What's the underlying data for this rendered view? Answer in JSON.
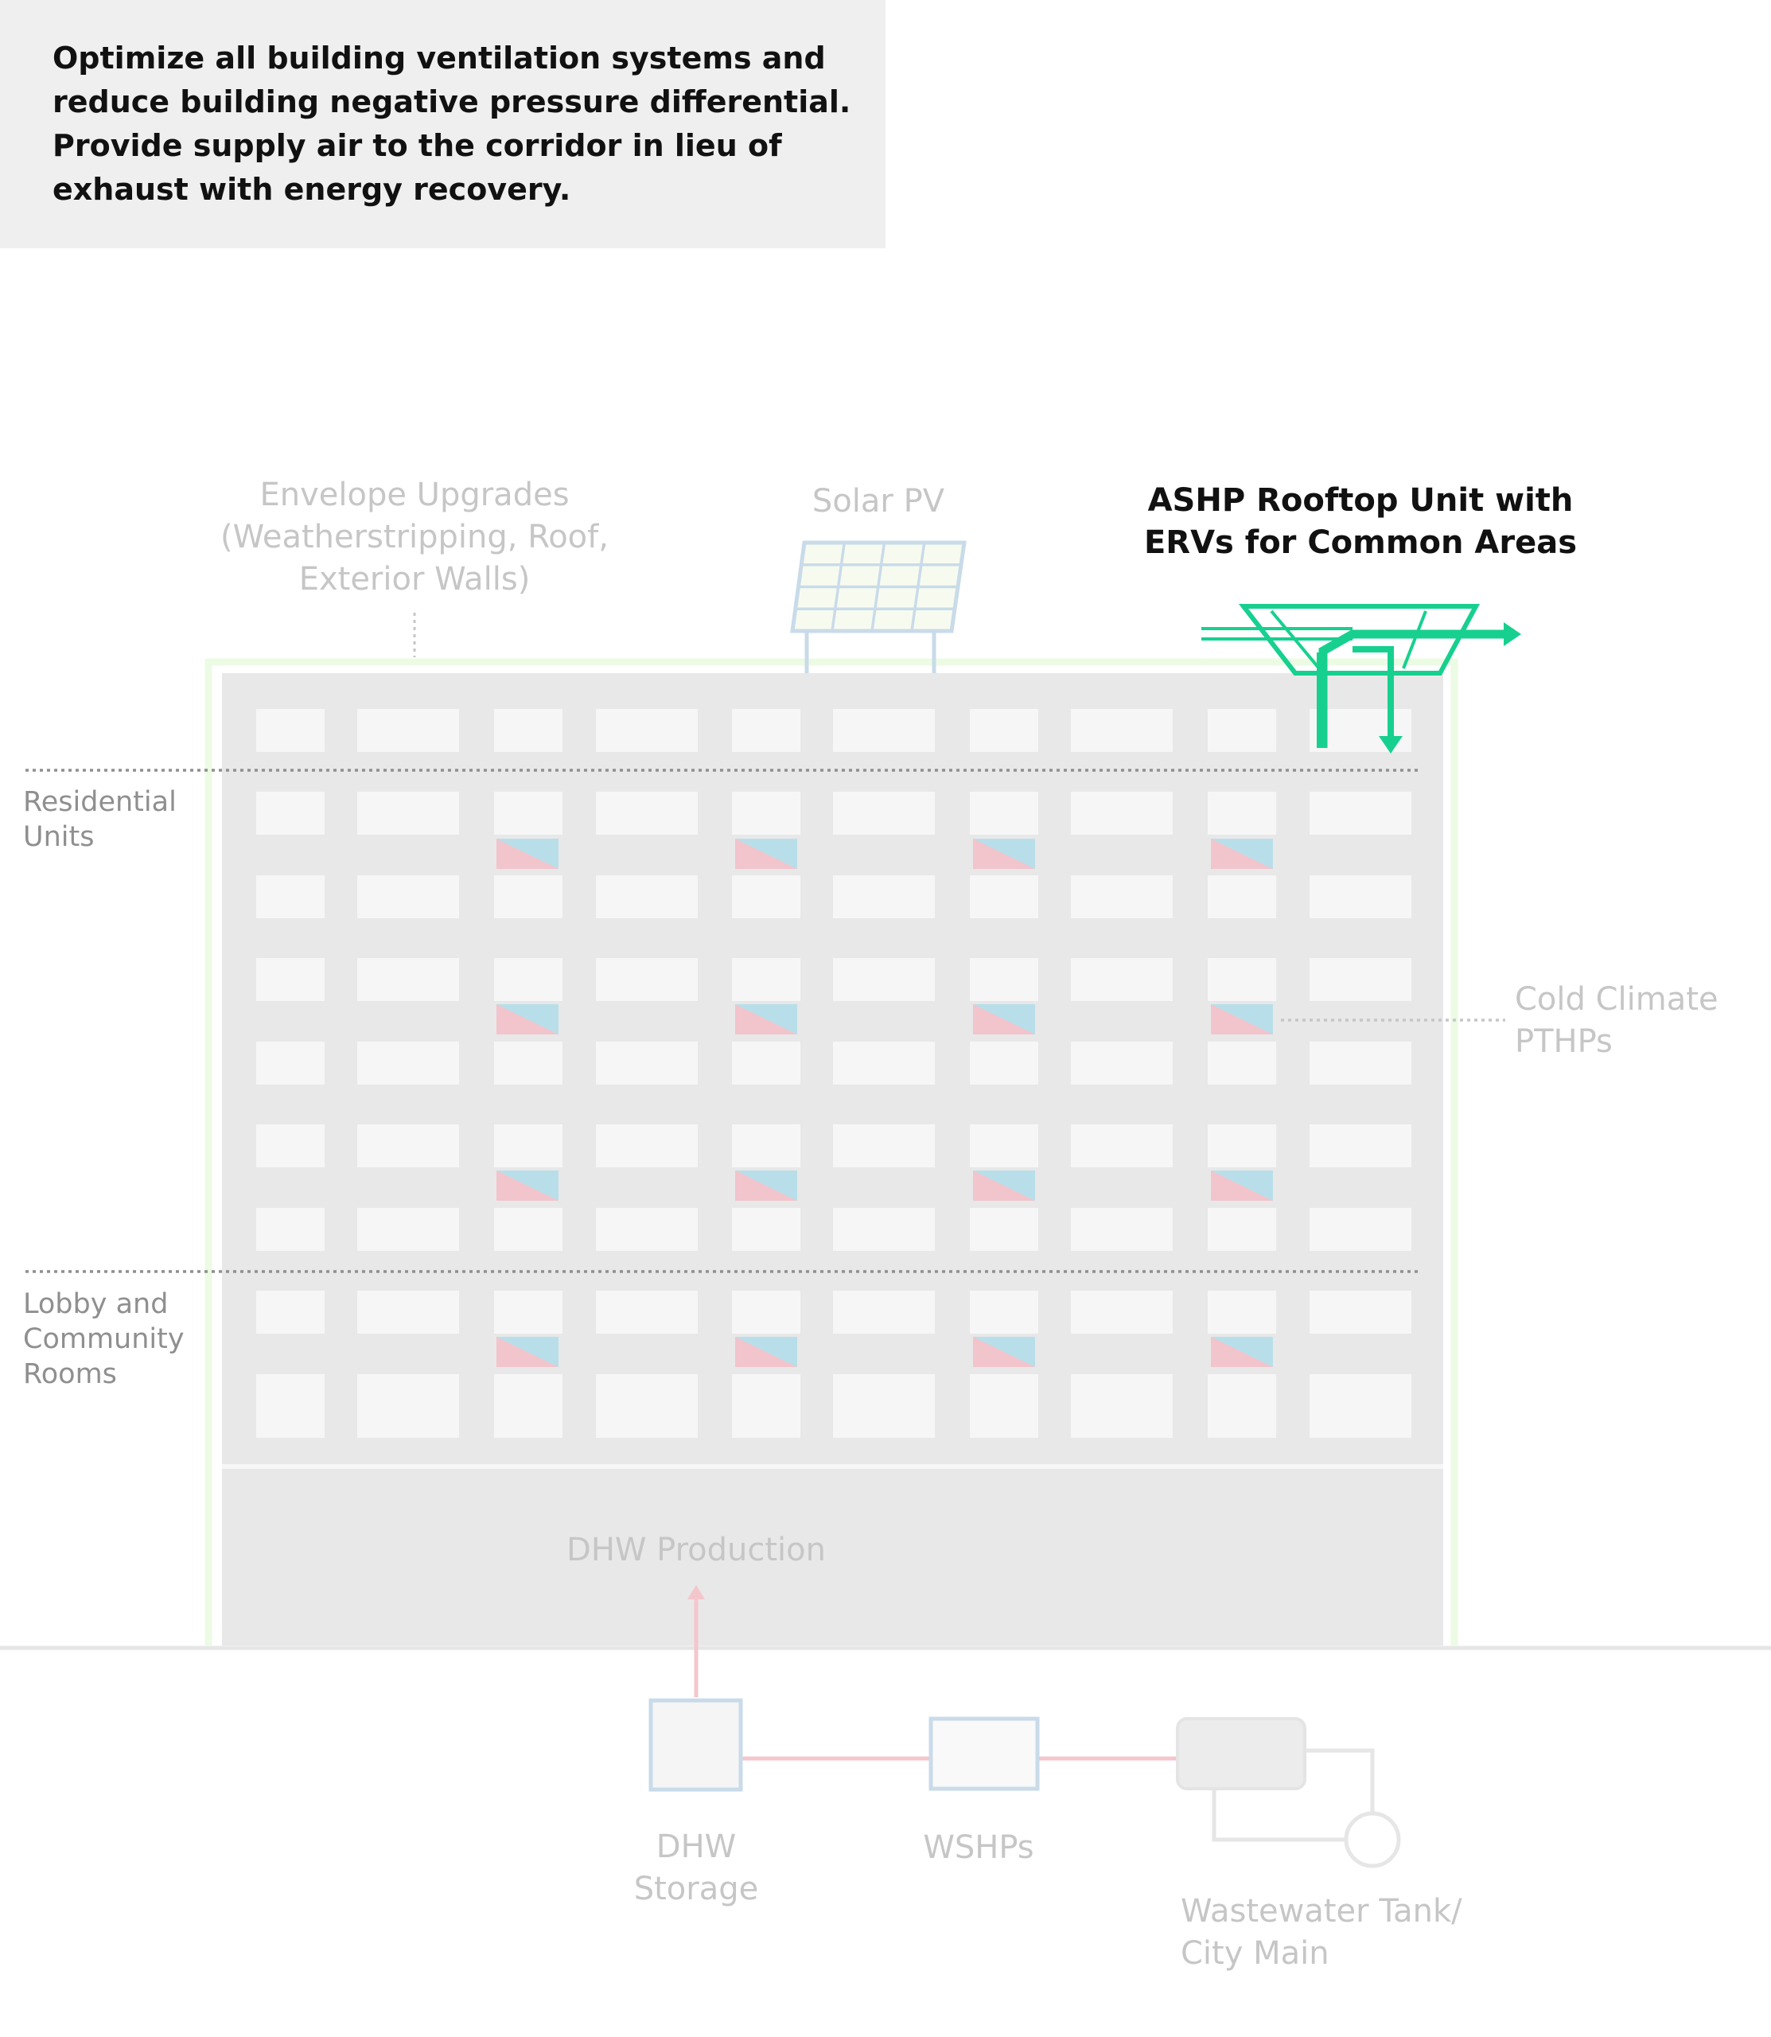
{
  "callout": {
    "lines": [
      "Optimize all building ventilation systems and",
      "reduce building negative pressure differential.",
      "Provide supply air to the corridor in lieu of",
      "exhaust with energy recovery."
    ]
  },
  "labels": {
    "envelope": [
      "Envelope Upgrades",
      "(Weatherstripping, Roof,",
      "Exterior Walls)"
    ],
    "solar": [
      "Solar PV"
    ],
    "ashp": [
      "ASHP Rooftop Unit with",
      "ERVs for Common Areas"
    ],
    "residential": [
      "Residential",
      "Units"
    ],
    "lobby": [
      "Lobby and",
      "Community",
      "Rooms"
    ],
    "pthp": [
      "Cold Climate",
      "PTHPs"
    ],
    "dhw_production": [
      "DHW Production"
    ],
    "dhw_storage": [
      "DHW",
      "Storage"
    ],
    "wshps": [
      "WSHPs"
    ],
    "wastewater": [
      "Wastewater Tank/",
      "City Main"
    ]
  },
  "colors": {
    "highlight": "#17d08f",
    "building": "#e8e8e8",
    "window": "#f6f6f6",
    "envelope_outline": "#ecfbe4",
    "pthp_red": "#f2c4cc",
    "pthp_blue": "#b8dfe9",
    "pipe_red": "#f4c6cc",
    "equipment_blue": "#c9dbe9",
    "muted_text": "#c6c6c6",
    "side_text": "#8f8f8f"
  }
}
